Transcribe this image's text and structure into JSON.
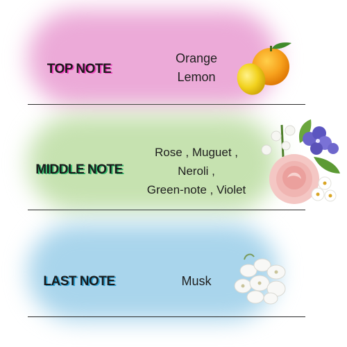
{
  "notes": [
    {
      "label": "TOP NOTE",
      "ingredients": [
        "Orange",
        "Lemon"
      ],
      "image": "orange-lemon-icon"
    },
    {
      "label": "MIDDLE NOTE",
      "ingredients": [
        "Rose , Muguet ,",
        "Neroli ,",
        "Green-note , Violet"
      ],
      "image": "flower-bouquet-icon"
    },
    {
      "label": "LAST NOTE",
      "ingredients": [
        "Musk"
      ],
      "image": "white-flowers-icon"
    }
  ],
  "colors": {
    "top_band": "#ecaad8",
    "middle_band": "#c6e2b0",
    "last_band": "#a9d5ec",
    "top_label_shadow": "#f040c0",
    "middle_label_shadow": "#2fb76a",
    "last_label_shadow": "#2ea3d8"
  }
}
